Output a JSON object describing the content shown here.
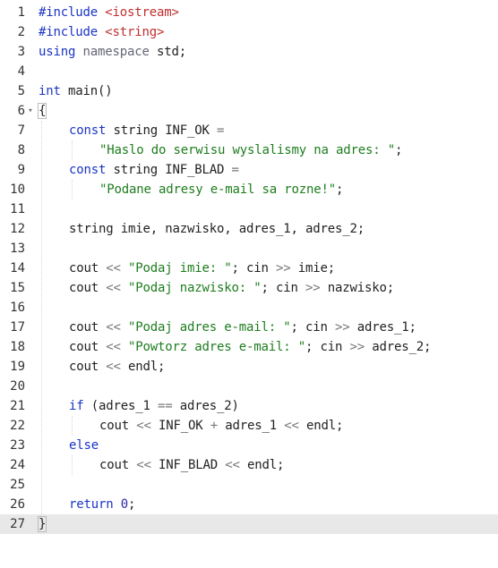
{
  "editor": {
    "active_line": 27,
    "lines": [
      {
        "n": "1",
        "tokens": [
          {
            "t": "#include ",
            "c": "dir"
          },
          {
            "t": "<iostream>",
            "c": "inc"
          }
        ]
      },
      {
        "n": "2",
        "tokens": [
          {
            "t": "#include ",
            "c": "dir"
          },
          {
            "t": "<string>",
            "c": "inc"
          }
        ]
      },
      {
        "n": "3",
        "tokens": [
          {
            "t": "using ",
            "c": "kw"
          },
          {
            "t": "namespace ",
            "c": "ns"
          },
          {
            "t": "std;",
            "c": "pl"
          }
        ]
      },
      {
        "n": "4",
        "tokens": []
      },
      {
        "n": "5",
        "tokens": [
          {
            "t": "int ",
            "c": "kw"
          },
          {
            "t": "main()",
            "c": "pl"
          }
        ]
      },
      {
        "n": "6",
        "fold": "▾",
        "tokens": [
          {
            "t": "{",
            "c": "pl"
          }
        ]
      },
      {
        "n": "7",
        "indent": 1,
        "tokens": [
          {
            "t": "const ",
            "c": "kw"
          },
          {
            "t": "string INF_OK ",
            "c": "pl"
          },
          {
            "t": "=",
            "c": "op"
          }
        ]
      },
      {
        "n": "8",
        "indent": 2,
        "tokens": [
          {
            "t": "\"Haslo do serwisu wyslalismy na adres: \"",
            "c": "str"
          },
          {
            "t": ";",
            "c": "pl"
          }
        ]
      },
      {
        "n": "9",
        "indent": 1,
        "tokens": [
          {
            "t": "const ",
            "c": "kw"
          },
          {
            "t": "string INF_BLAD ",
            "c": "pl"
          },
          {
            "t": "=",
            "c": "op"
          }
        ]
      },
      {
        "n": "10",
        "indent": 2,
        "tokens": [
          {
            "t": "\"Podane adresy e-mail sa rozne!\"",
            "c": "str"
          },
          {
            "t": ";",
            "c": "pl"
          }
        ]
      },
      {
        "n": "11",
        "tokens": []
      },
      {
        "n": "12",
        "indent": 1,
        "tokens": [
          {
            "t": "string imie, nazwisko, adres_1, adres_2;",
            "c": "pl"
          }
        ]
      },
      {
        "n": "13",
        "tokens": []
      },
      {
        "n": "14",
        "indent": 1,
        "tokens": [
          {
            "t": "cout ",
            "c": "pl"
          },
          {
            "t": "<< ",
            "c": "op"
          },
          {
            "t": "\"Podaj imie: \"",
            "c": "str"
          },
          {
            "t": "; cin ",
            "c": "pl"
          },
          {
            "t": ">> ",
            "c": "op"
          },
          {
            "t": "imie;",
            "c": "pl"
          }
        ]
      },
      {
        "n": "15",
        "indent": 1,
        "tokens": [
          {
            "t": "cout ",
            "c": "pl"
          },
          {
            "t": "<< ",
            "c": "op"
          },
          {
            "t": "\"Podaj nazwisko: \"",
            "c": "str"
          },
          {
            "t": "; cin ",
            "c": "pl"
          },
          {
            "t": ">> ",
            "c": "op"
          },
          {
            "t": "nazwisko;",
            "c": "pl"
          }
        ]
      },
      {
        "n": "16",
        "tokens": []
      },
      {
        "n": "17",
        "indent": 1,
        "tokens": [
          {
            "t": "cout ",
            "c": "pl"
          },
          {
            "t": "<< ",
            "c": "op"
          },
          {
            "t": "\"Podaj adres e-mail: \"",
            "c": "str"
          },
          {
            "t": "; cin ",
            "c": "pl"
          },
          {
            "t": ">> ",
            "c": "op"
          },
          {
            "t": "adres_1;",
            "c": "pl"
          }
        ]
      },
      {
        "n": "18",
        "indent": 1,
        "tokens": [
          {
            "t": "cout ",
            "c": "pl"
          },
          {
            "t": "<< ",
            "c": "op"
          },
          {
            "t": "\"Powtorz adres e-mail: \"",
            "c": "str"
          },
          {
            "t": "; cin ",
            "c": "pl"
          },
          {
            "t": ">> ",
            "c": "op"
          },
          {
            "t": "adres_2;",
            "c": "pl"
          }
        ]
      },
      {
        "n": "19",
        "indent": 1,
        "tokens": [
          {
            "t": "cout ",
            "c": "pl"
          },
          {
            "t": "<< ",
            "c": "op"
          },
          {
            "t": "endl;",
            "c": "pl"
          }
        ]
      },
      {
        "n": "20",
        "tokens": []
      },
      {
        "n": "21",
        "indent": 1,
        "tokens": [
          {
            "t": "if ",
            "c": "kw"
          },
          {
            "t": "(adres_1 ",
            "c": "pl"
          },
          {
            "t": "== ",
            "c": "op"
          },
          {
            "t": "adres_2)",
            "c": "pl"
          }
        ]
      },
      {
        "n": "22",
        "indent": 2,
        "tokens": [
          {
            "t": "cout ",
            "c": "pl"
          },
          {
            "t": "<< ",
            "c": "op"
          },
          {
            "t": "INF_OK ",
            "c": "pl"
          },
          {
            "t": "+ ",
            "c": "op"
          },
          {
            "t": "adres_1 ",
            "c": "pl"
          },
          {
            "t": "<< ",
            "c": "op"
          },
          {
            "t": "endl;",
            "c": "pl"
          }
        ]
      },
      {
        "n": "23",
        "indent": 1,
        "tokens": [
          {
            "t": "else",
            "c": "kw"
          }
        ]
      },
      {
        "n": "24",
        "indent": 2,
        "tokens": [
          {
            "t": "cout ",
            "c": "pl"
          },
          {
            "t": "<< ",
            "c": "op"
          },
          {
            "t": "INF_BLAD ",
            "c": "pl"
          },
          {
            "t": "<< ",
            "c": "op"
          },
          {
            "t": "endl;",
            "c": "pl"
          }
        ]
      },
      {
        "n": "25",
        "tokens": []
      },
      {
        "n": "26",
        "indent": 1,
        "tokens": [
          {
            "t": "return ",
            "c": "kw"
          },
          {
            "t": "0",
            "c": "num"
          },
          {
            "t": ";",
            "c": "pl"
          }
        ]
      },
      {
        "n": "27",
        "tokens": [
          {
            "t": "}",
            "c": "pl"
          }
        ]
      }
    ]
  },
  "colors": {
    "keyword": "#1b35c4",
    "include_path": "#c03030",
    "string": "#1e7d1e",
    "number": "#2a2aa5",
    "operator": "#777777",
    "active_line_bg": "#e8e8e8"
  }
}
